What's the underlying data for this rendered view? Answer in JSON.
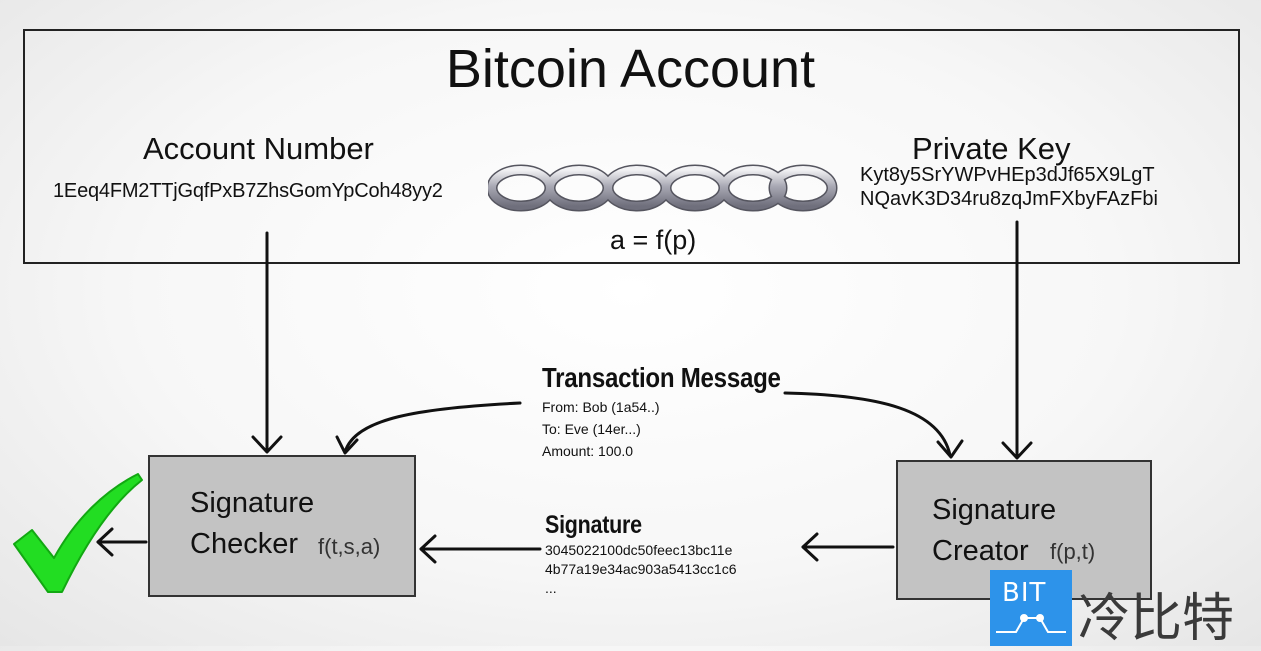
{
  "account": {
    "title": "Bitcoin Account",
    "account_number_label": "Account Number",
    "account_number_value": "1Eeq4FM2TTjGqfPxB7ZhsGomYpCoh48yy2",
    "private_key_label": "Private Key",
    "private_key_value": "Kyt8y5SrYWPvHEp3dJf65X9LgT\nNQavK3D34ru8zqJmFXbyFAzFbi",
    "relation": "a = f(p)"
  },
  "transaction": {
    "heading": "Transaction Message",
    "from": "From: Bob (1a54..)",
    "to": "To: Eve (14er...)",
    "amount": "Amount: 100.0"
  },
  "signature": {
    "heading": "Signature",
    "value_line1": "3045022100dc50feec13bc11e",
    "value_line2": "4b77a19e34ac903a5413cc1c6",
    "value_line3": "..."
  },
  "checker": {
    "title": "Signature\nChecker",
    "function": "f(t,s,a)"
  },
  "creator": {
    "title": "Signature\nCreator",
    "function": "f(p,t)"
  },
  "result_icon": "green-checkmark-icon",
  "watermark": {
    "badge": "BIT",
    "text": "冷比特"
  },
  "colors": {
    "box_fill": "#c3c3c3",
    "check_green": "#22dd22",
    "watermark_blue": "#2d93ea"
  }
}
